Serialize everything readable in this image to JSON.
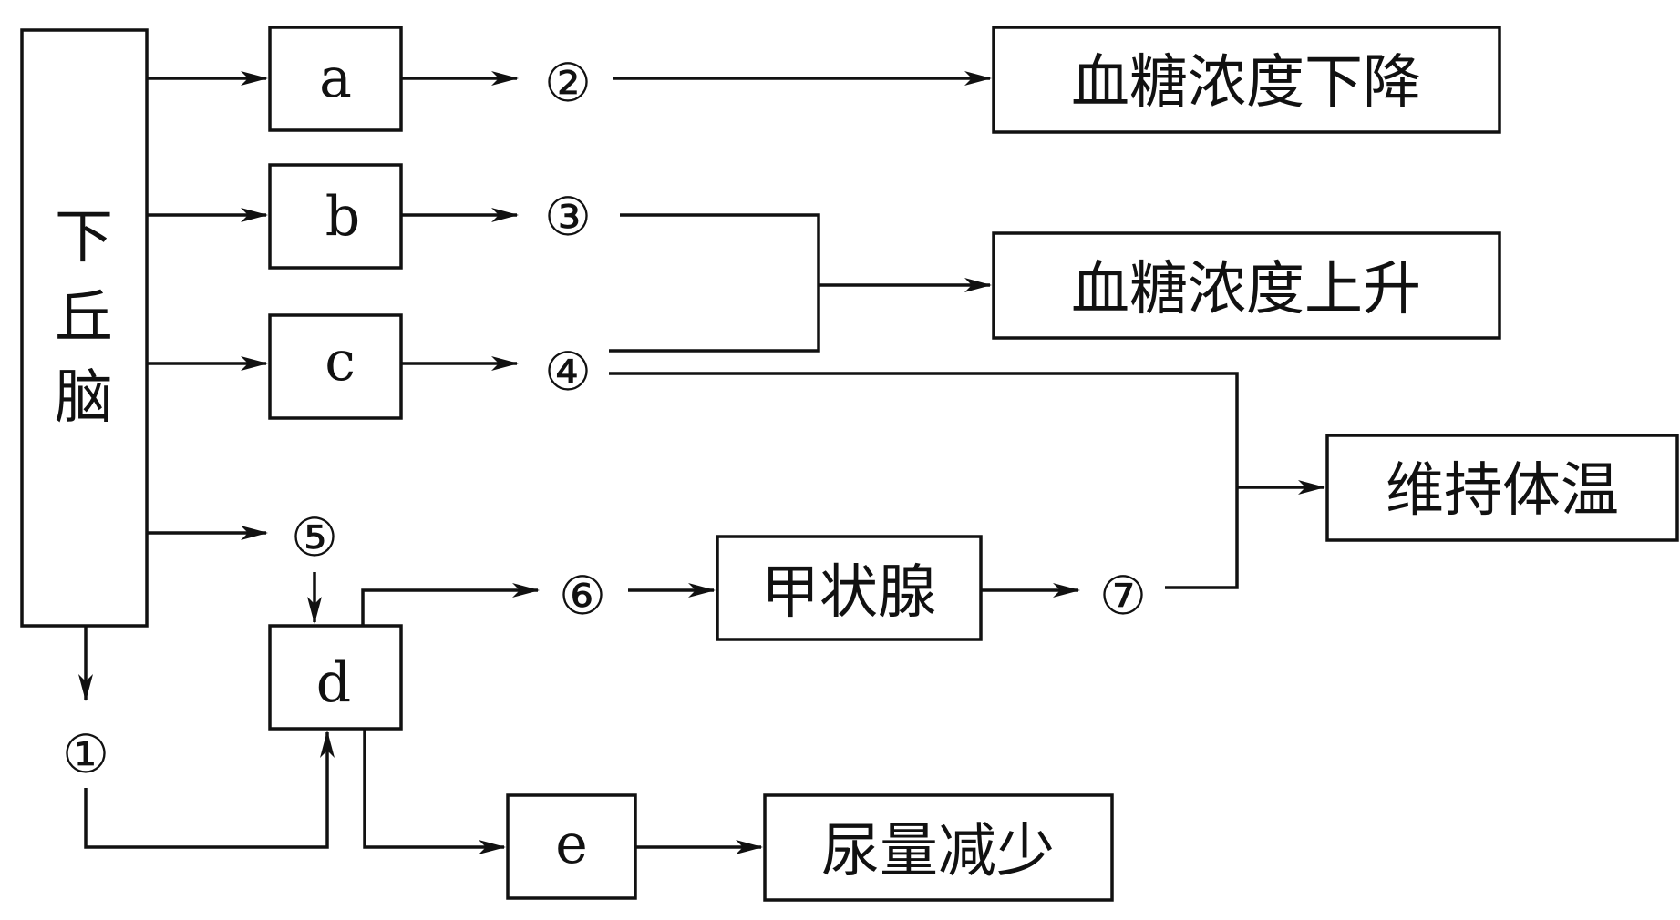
{
  "hypothalamus": {
    "label_chars": [
      "下",
      "丘",
      "脑"
    ]
  },
  "boxes": {
    "a": "a",
    "b": "b",
    "c": "c",
    "d": "d",
    "e": "e",
    "thyroid": "甲状腺"
  },
  "outcomes": {
    "glucose_down": "血糖浓度下降",
    "glucose_up": "血糖浓度上升",
    "body_temp": "维持体温",
    "urine_less": "尿量减少"
  },
  "markers": {
    "m1": "①",
    "m2": "②",
    "m3": "③",
    "m4": "④",
    "m5": "⑤",
    "m6": "⑥",
    "m7": "⑦"
  }
}
